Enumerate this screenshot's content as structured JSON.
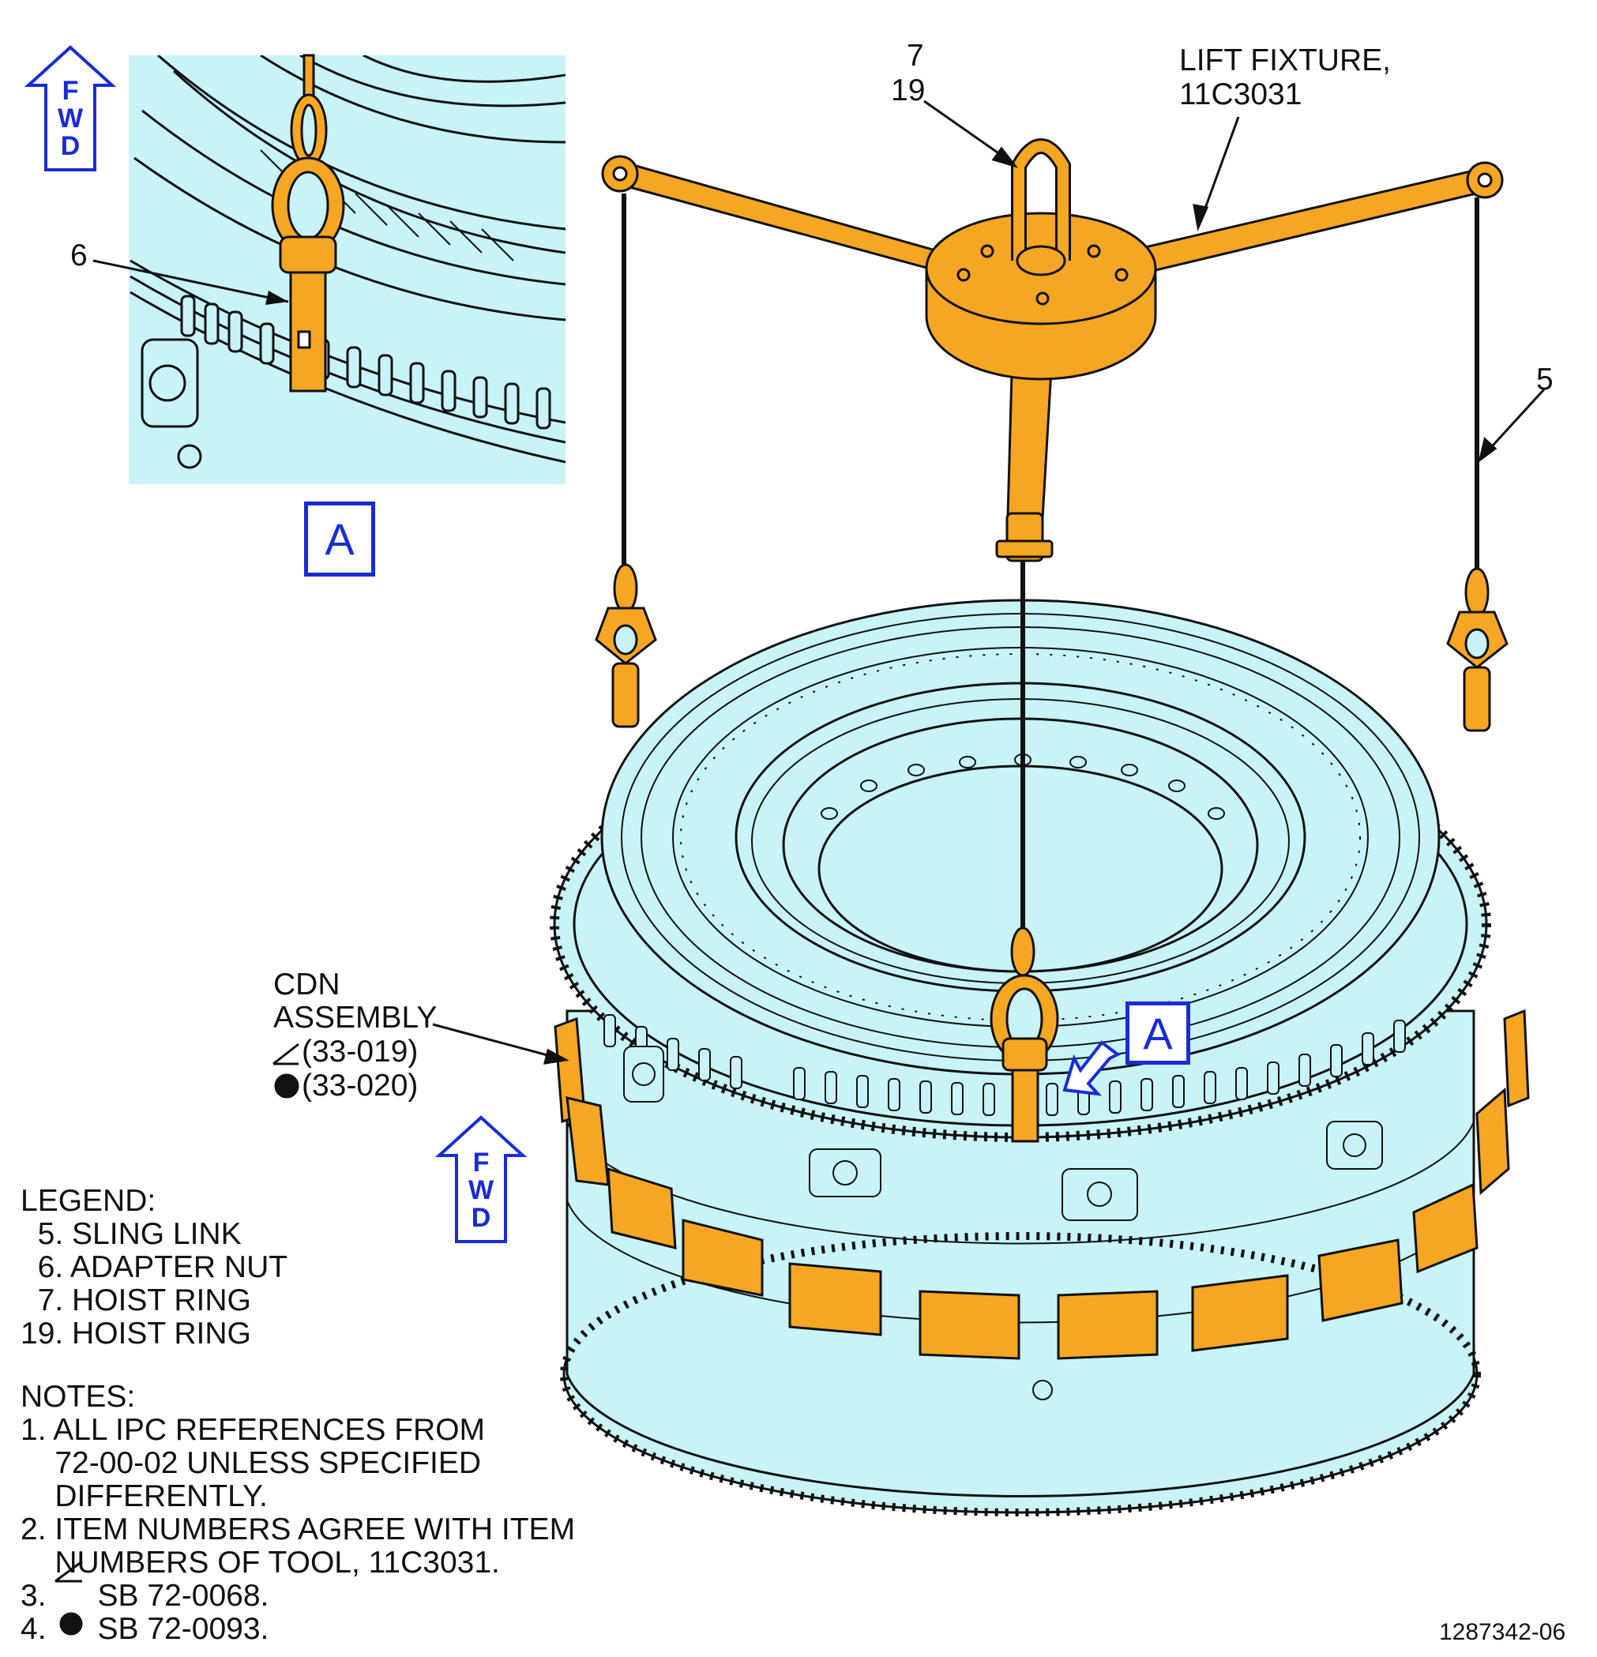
{
  "callouts": {
    "item7": "7",
    "item19": "19",
    "lift_fixture_line1": "LIFT FIXTURE,",
    "lift_fixture_line2": "11C3031",
    "item5": "5",
    "item6": "6",
    "cdn_line1": "CDN",
    "cdn_line2": "ASSEMBLY",
    "cdn_ref1": "(33-019)",
    "cdn_ref2": "(33-020)"
  },
  "view_label": "A",
  "fwd": {
    "f": "F",
    "w": "W",
    "d": "D"
  },
  "legend": {
    "title": "LEGEND:",
    "items": [
      "  5. SLING LINK",
      "  6. ADAPTER NUT",
      "  7. HOIST RING",
      "19. HOIST RING"
    ]
  },
  "notes": {
    "title": "NOTES:",
    "lines": [
      "1. ALL IPC REFERENCES FROM",
      "    72-00-02 UNLESS SPECIFIED",
      "    DIFFERENTLY.",
      "2. ITEM NUMBERS AGREE WITH ITEM",
      "    NUMBERS OF TOOL, 11C3031.",
      "3.      SB 72-0068.",
      "4.      SB 72-0093."
    ]
  },
  "figure_number": "1287342-06",
  "colors": {
    "part": "#c8f4f7",
    "tool": "#f5a623",
    "fwd_arrow": "#1a2bd8",
    "line": "#111111"
  }
}
